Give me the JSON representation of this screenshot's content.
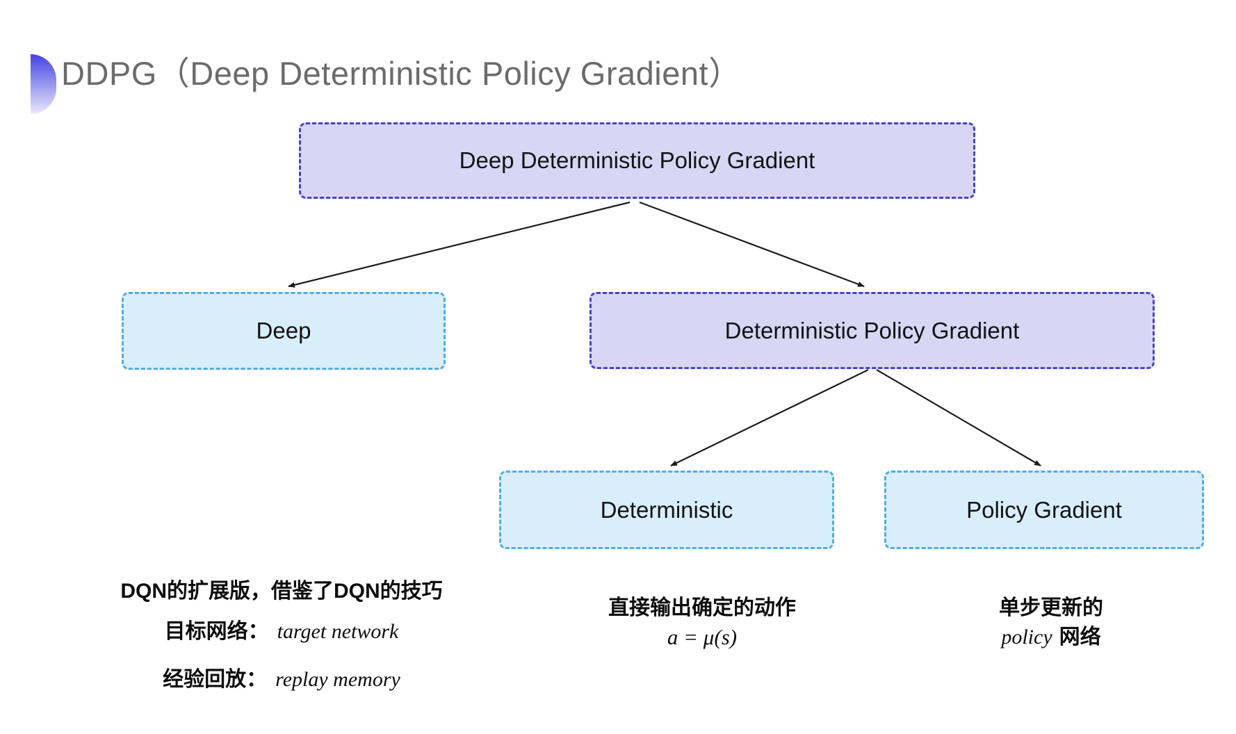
{
  "title": "DDPG（Deep Deterministic Policy Gradient）",
  "colors": {
    "lavender-fill": "#d9d6f5",
    "lavender-border": "#4742c8",
    "cyan-fill": "#d9eefb",
    "cyan-border": "#54abe0",
    "title-text": "#6b6b6b",
    "node-text": "#121212",
    "arrow": "#1c1c1c",
    "accent-top": "#4343e2",
    "accent-bottom": "#e9e9fb",
    "background": "#ffffff"
  },
  "diagram": {
    "nodes": [
      {
        "id": "ddpg",
        "label": "Deep Deterministic Policy Gradient",
        "variant": "lavender"
      },
      {
        "id": "deep",
        "label": "Deep",
        "variant": "cyan"
      },
      {
        "id": "dpg",
        "label": "Deterministic Policy Gradient",
        "variant": "lavender"
      },
      {
        "id": "deterministic",
        "label": "Deterministic",
        "variant": "cyan"
      },
      {
        "id": "policy-gradient",
        "label": "Policy Gradient",
        "variant": "cyan"
      }
    ],
    "edges": [
      {
        "from": "ddpg",
        "to": "deep"
      },
      {
        "from": "ddpg",
        "to": "dpg"
      },
      {
        "from": "dpg",
        "to": "deterministic"
      },
      {
        "from": "dpg",
        "to": "policy-gradient"
      }
    ]
  },
  "notes": {
    "deep": {
      "line1": "DQN的扩展版，借鉴了DQN的技巧",
      "line2_zh": "目标网络：",
      "line2_en": "target network",
      "line3_zh": "经验回放：",
      "line3_en": "replay memory"
    },
    "deterministic": {
      "line1": "直接输出确定的动作",
      "formula": "a = μ(s)"
    },
    "policy_gradient": {
      "line1": "单步更新的",
      "line2_en": "policy",
      "line2_zh": "网络"
    }
  }
}
